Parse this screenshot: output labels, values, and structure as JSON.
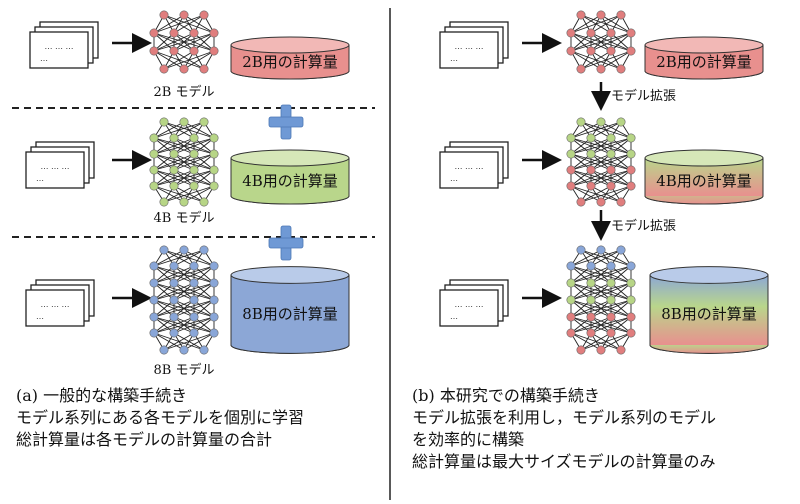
{
  "left_panel": {
    "stages": [
      {
        "model_label": "2B モデル",
        "compute_label": "2B用の計算量",
        "node_colors": [
          "#e07e7e"
        ],
        "cylinder_colors": [
          "#e8908e"
        ]
      },
      {
        "model_label": "4B モデル",
        "compute_label": "4B用の計算量",
        "node_colors": [
          "#b7d586"
        ],
        "cylinder_colors": [
          "#b9d68b"
        ]
      },
      {
        "model_label": "8B モデル",
        "compute_label": "8B用の計算量",
        "node_colors": [
          "#89a6d8"
        ],
        "cylinder_colors": [
          "#8ca7d6"
        ]
      }
    ],
    "plus_color": "#6f99d5",
    "caption": {
      "line1": "(a) 一般的な構築手続き",
      "line2": "モデル系列にある各モデルを個別に学習",
      "line3": "総計算量は各モデルの計算量の合計"
    }
  },
  "right_panel": {
    "stages": [
      {
        "compute_label": "2B用の計算量",
        "node_colors": [
          "#e07e7e"
        ],
        "cylinder_colors": [
          "#e8908e"
        ]
      },
      {
        "compute_label": "4B用の計算量",
        "node_colors": [
          "#b7d586",
          "#e07e7e"
        ],
        "cylinder_colors": [
          "#b9d68b",
          "#e8908e"
        ]
      },
      {
        "compute_label": "8B用の計算量",
        "node_colors": [
          "#89a6d8",
          "#b7d586",
          "#e07e7e"
        ],
        "cylinder_colors": [
          "#8ca7d6",
          "#b9d68b",
          "#e8908e"
        ]
      }
    ],
    "expand_labels": [
      "モデル拡張",
      "モデル拡張"
    ],
    "caption": {
      "line1": "(b) 本研究での構築手続き",
      "line2": "モデル拡張を利用し，モデル系列のモデル",
      "line3": "を効率的に構築",
      "line4": "総計算量は最大サイズモデルの計算量のみ"
    }
  },
  "document_text": "… … …"
}
